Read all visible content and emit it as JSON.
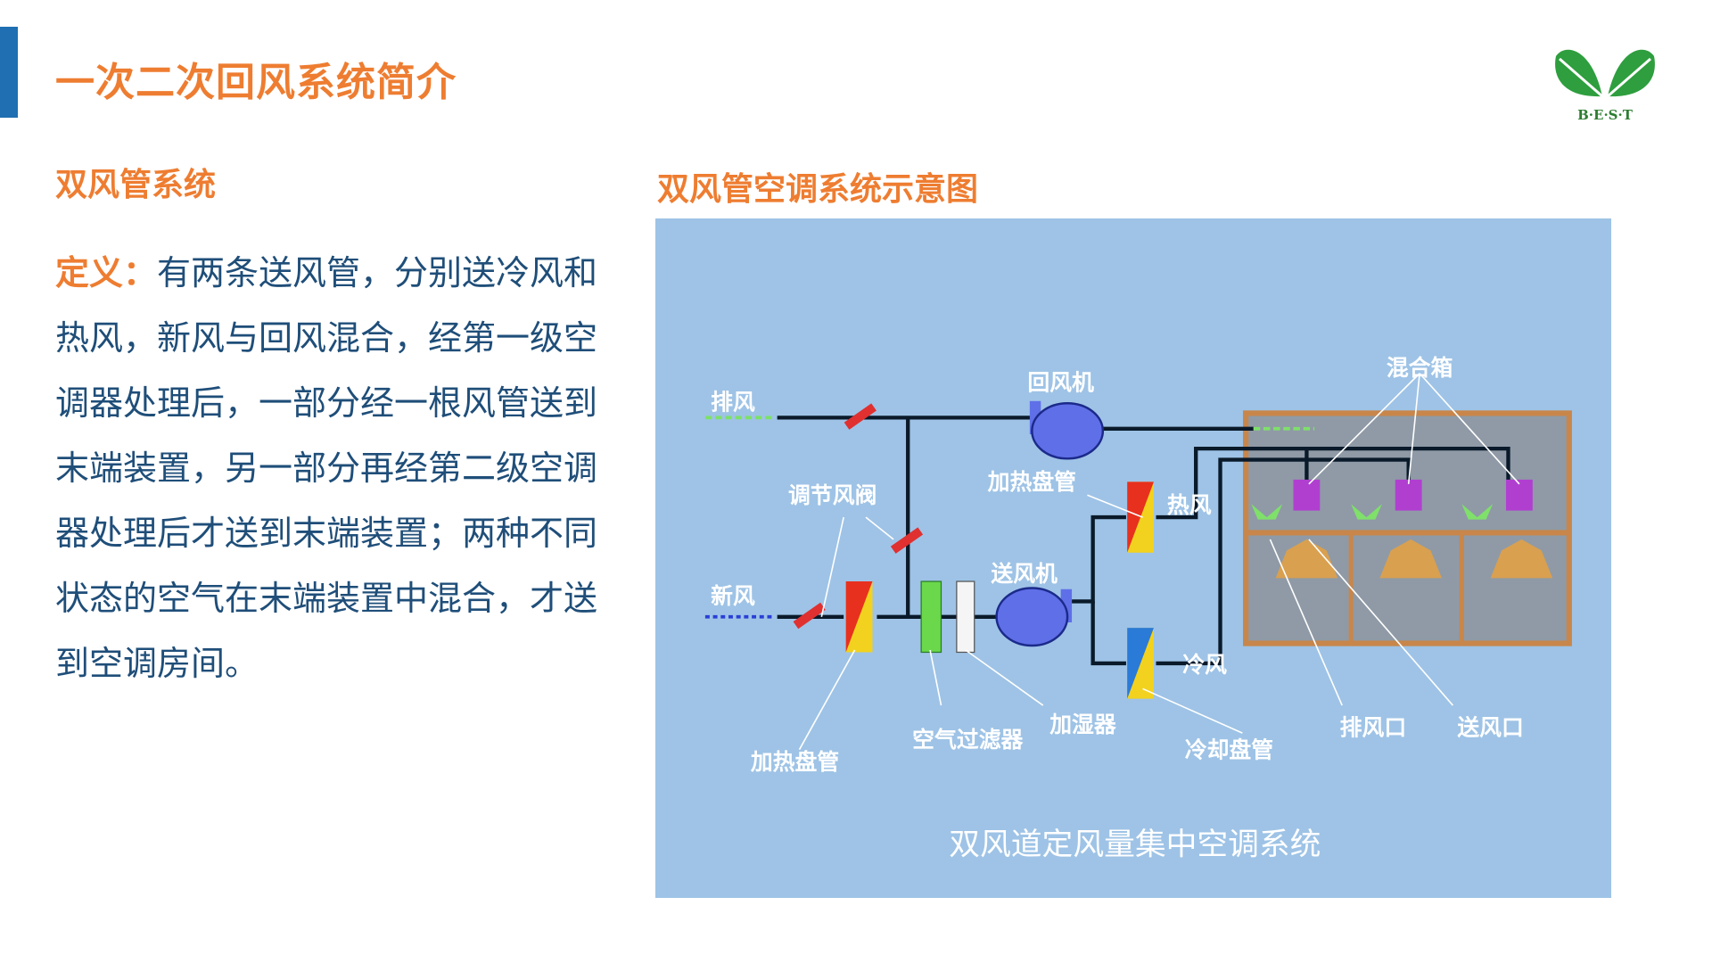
{
  "header": {
    "title": "一次二次回风系统简介",
    "logo_text": "B·E·S·T"
  },
  "left": {
    "heading": "双风管系统",
    "definition_label": "定义：",
    "definition_text": "有两条送风管，分别送冷风和热风，新风与回风混合，经第一级空调器处理后，一部分经一根风管送到末端装置，另一部分再经第二级空调器处理后才送到末端装置；两种不同状态的空气在末端装置中混合，才送到空调房间。"
  },
  "right": {
    "heading": "双风管空调系统示意图",
    "diagram": {
      "labels": {
        "exhaust": "排风",
        "return_fan": "回风机",
        "mixing_box": "混合箱",
        "damper": "调节风阀",
        "heating_coil_top": "加热盘管",
        "hot_air": "热风",
        "supply_fan": "送风机",
        "fresh_air": "新风",
        "cold_air": "冷风",
        "humidifier": "加湿器",
        "filter": "空气过滤器",
        "heating_coil_bottom": "加热盘管",
        "cooling_coil": "冷却盘管",
        "exhaust_outlet": "排风口",
        "supply_outlet": "送风口"
      },
      "caption": "双风道定风量集中空调系统"
    }
  }
}
